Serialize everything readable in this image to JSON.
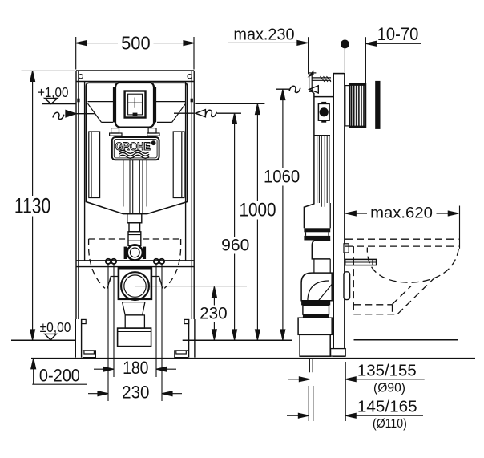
{
  "drawing": {
    "type": "technical-installation-diagram",
    "brand": "GROHE",
    "views": [
      "front elevation",
      "side section"
    ],
    "units": "mm"
  },
  "front": {
    "width": "500",
    "height": "1130",
    "level_top": "+1,00",
    "level_floor": "±0,00",
    "floor_buildup_range": "0-200",
    "rod_spacing_inner": "180",
    "rod_spacing_outer": "230",
    "outlet_height": "230"
  },
  "mid": {
    "h960": "960",
    "h1000": "1000",
    "h1060": "1060"
  },
  "top": {
    "max_wall_distance": "max.230",
    "plate_adjust_range": "10-70"
  },
  "side": {
    "max_depth": "max.620",
    "drain_offset_90": "135/155",
    "drain_dia_90": "(Ø90)",
    "drain_offset_110": "145/165",
    "drain_dia_110": "(Ø110)"
  },
  "colors": {
    "line": "#111111",
    "background": "#ffffff"
  }
}
